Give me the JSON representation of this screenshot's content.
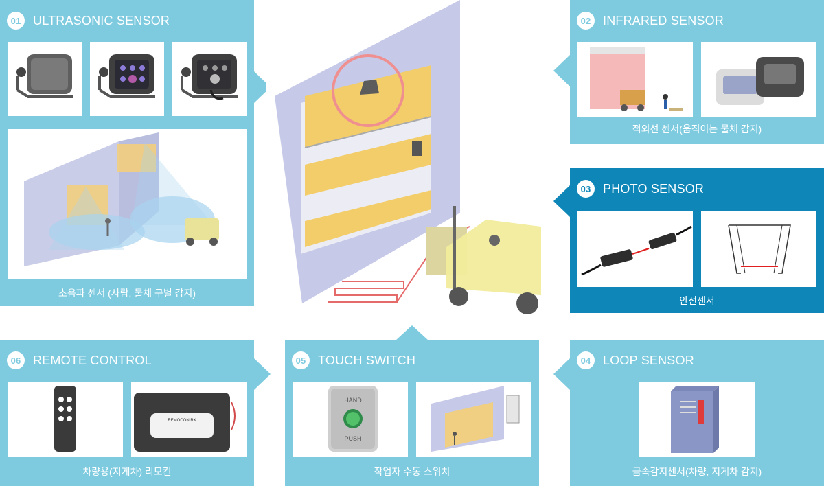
{
  "panels": {
    "ultrasonic": {
      "num": "01",
      "title": "ULTRASONIC SENSOR",
      "caption": "초음파 센서 (사람, 물체 구별 감지)"
    },
    "infrared": {
      "num": "02",
      "title": "INFRARED SENSOR",
      "caption": "적외선 센서(움직이는 물체 감지)"
    },
    "photo": {
      "num": "03",
      "title": "PHOTO SENSOR",
      "caption": "안전센서"
    },
    "loop": {
      "num": "04",
      "title": "LOOP SENSOR",
      "caption": "금속감지센서(차량, 지게차 감지)"
    },
    "touch": {
      "num": "05",
      "title": "TOUCH SWITCH",
      "caption": "작업자 수동 스위치",
      "hand_label": "HAND",
      "push_label": "PUSH"
    },
    "remote": {
      "num": "06",
      "title": "REMOTE CONTROL",
      "caption": "차량용(지게차) 리모컨",
      "receiver_label": "REMOCON RX"
    }
  },
  "colors": {
    "panel": "#7ecbe0",
    "panel_active": "#0e86b8",
    "door_yellow": "#f2cd6a",
    "highlight": "#f08f8f"
  }
}
